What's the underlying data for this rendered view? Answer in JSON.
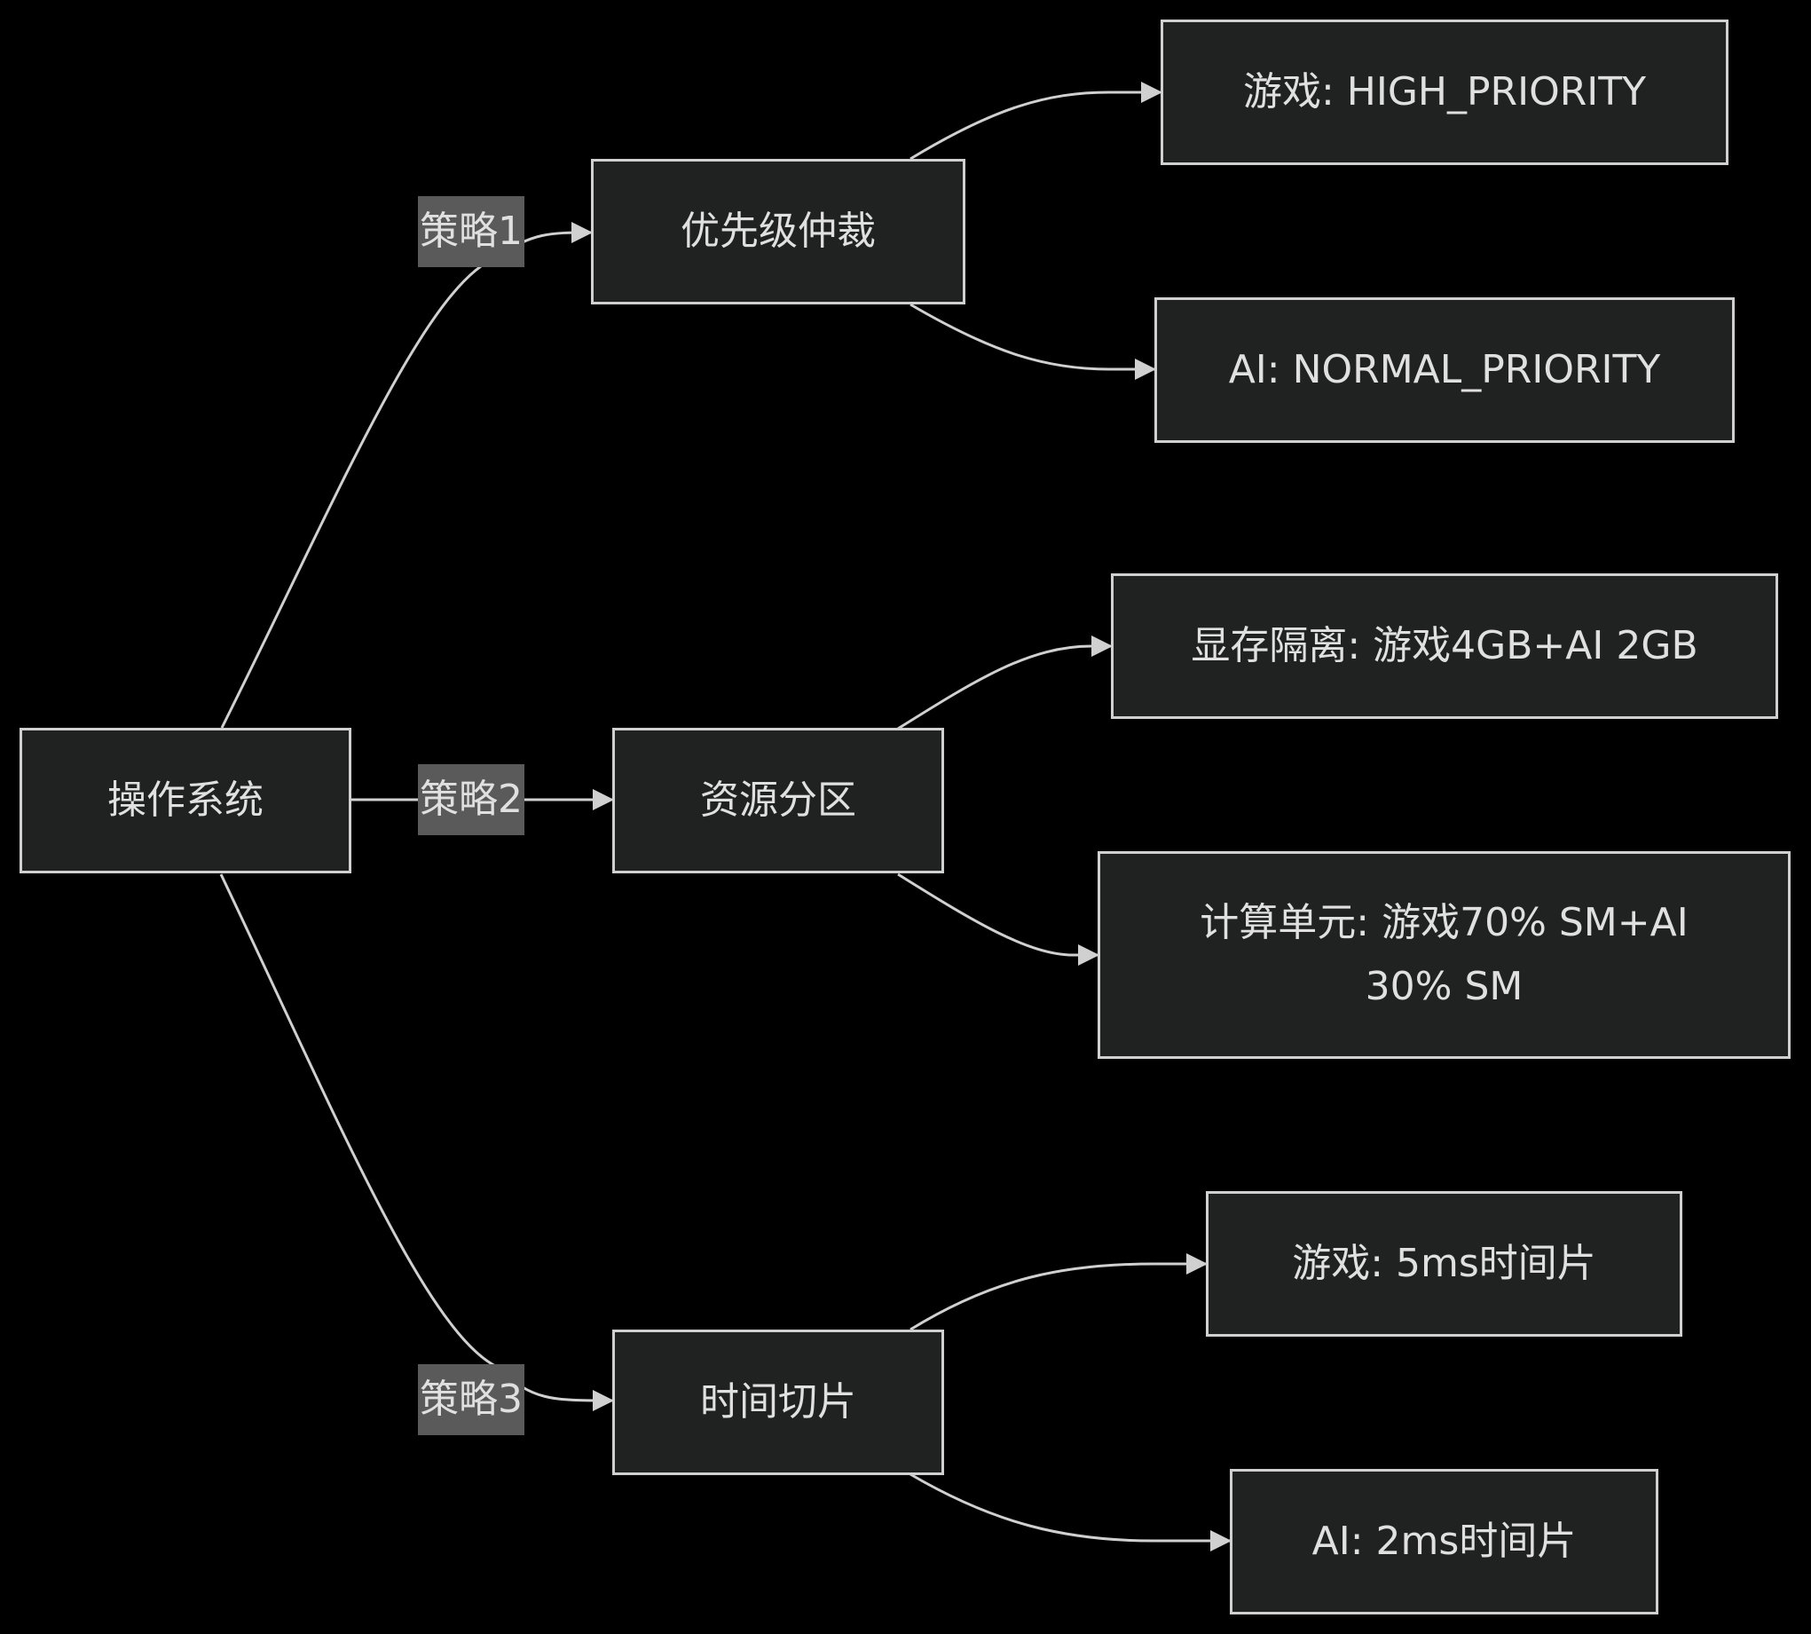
{
  "diagram": {
    "type": "flowchart",
    "direction": "left-to-right",
    "colors": {
      "background": "#000000",
      "node_fill": "#202221",
      "node_border": "#d0d0d0",
      "text": "#e0e0e0",
      "edge_label_fill": "#5a5a5a",
      "edge": "#d0d0d0"
    },
    "nodes": {
      "os": "操作系统",
      "priority": "优先级仲裁",
      "partition": "资源分区",
      "timeslice": "时间切片",
      "game_high": "游戏: HIGH_PRIORITY",
      "ai_normal": "AI: NORMAL_PRIORITY",
      "vram": "显存隔离: 游戏4GB+AI 2GB",
      "compute": "计算单元: 游戏70% SM+AI 30% SM",
      "game_5ms": "游戏: 5ms时间片",
      "ai_2ms": "AI: 2ms时间片"
    },
    "edge_labels": {
      "s1": "策略1",
      "s2": "策略2",
      "s3": "策略3"
    },
    "edges": [
      {
        "from": "os",
        "to": "priority",
        "label": "策略1"
      },
      {
        "from": "os",
        "to": "partition",
        "label": "策略2"
      },
      {
        "from": "os",
        "to": "timeslice",
        "label": "策略3"
      },
      {
        "from": "priority",
        "to": "game_high"
      },
      {
        "from": "priority",
        "to": "ai_normal"
      },
      {
        "from": "partition",
        "to": "vram"
      },
      {
        "from": "partition",
        "to": "compute"
      },
      {
        "from": "timeslice",
        "to": "game_5ms"
      },
      {
        "from": "timeslice",
        "to": "ai_2ms"
      }
    ]
  }
}
